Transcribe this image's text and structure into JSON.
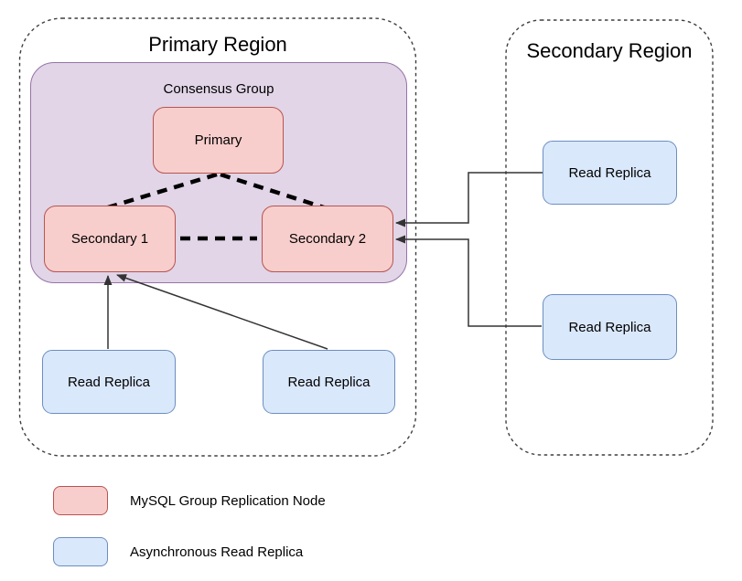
{
  "regions": {
    "primary": {
      "title": "Primary Region"
    },
    "secondary": {
      "title": "Secondary Region"
    }
  },
  "consensus_group": {
    "label": "Consensus Group"
  },
  "nodes": {
    "primary": {
      "label": "Primary"
    },
    "secondary1": {
      "label": "Secondary 1"
    },
    "secondary2": {
      "label": "Secondary 2"
    }
  },
  "replicas": {
    "primary_left": {
      "label": "Read Replica"
    },
    "primary_right": {
      "label": "Read Replica"
    },
    "secondary_top": {
      "label": "Read Replica"
    },
    "secondary_bottom": {
      "label": "Read Replica"
    }
  },
  "legend": {
    "group_node": {
      "label": "MySQL Group Replication Node"
    },
    "read_replica": {
      "label": "Asynchronous Read Replica"
    }
  },
  "colors": {
    "group_node_fill": "#F8CECC",
    "group_node_stroke": "#B85450",
    "replica_fill": "#DAE8FC",
    "replica_stroke": "#6C8EBF",
    "consensus_fill": "#E1D5E7",
    "consensus_stroke": "#9673A6",
    "connector": "#333333",
    "mesh_dash": "#000000"
  }
}
